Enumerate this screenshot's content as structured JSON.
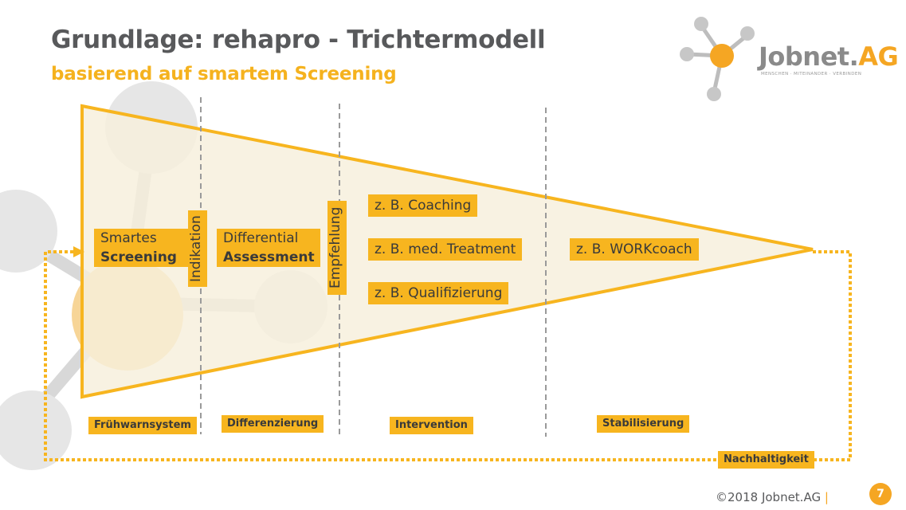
{
  "header": {
    "title": "Grundlage: rehapro - Trichtermodell",
    "subtitle": "basierend auf smartem Screening"
  },
  "logo": {
    "name_main": "Jobnet.",
    "name_accent": "AG",
    "tagline": "MENSCHEN · MITEINANDER · VERBINDEN"
  },
  "funnel": {
    "stage1": {
      "line1": "Smartes",
      "line2": "Screening"
    },
    "indikation": "Indikation",
    "stage2": {
      "line1": "Differential",
      "line2": "Assessment"
    },
    "empfehlung": "Empfehlung",
    "interventions": [
      "z. B. Coaching",
      "z. B. med. Treatment",
      "z. B. Qualifizierung"
    ],
    "workcoach": "z. B. WORKcoach"
  },
  "phases": [
    "Frühwarnsystem",
    "Differenzierung",
    "Intervention",
    "Stabilisierung"
  ],
  "loop_label": "Nachhaltigkeit",
  "footer": {
    "copyright": "©2018 Jobnet.AG",
    "separator": "|",
    "page_number": "7"
  },
  "colors": {
    "accent": "#f5b21e",
    "funnel_fill": "#f6efdc",
    "title_gray": "#58595b"
  }
}
